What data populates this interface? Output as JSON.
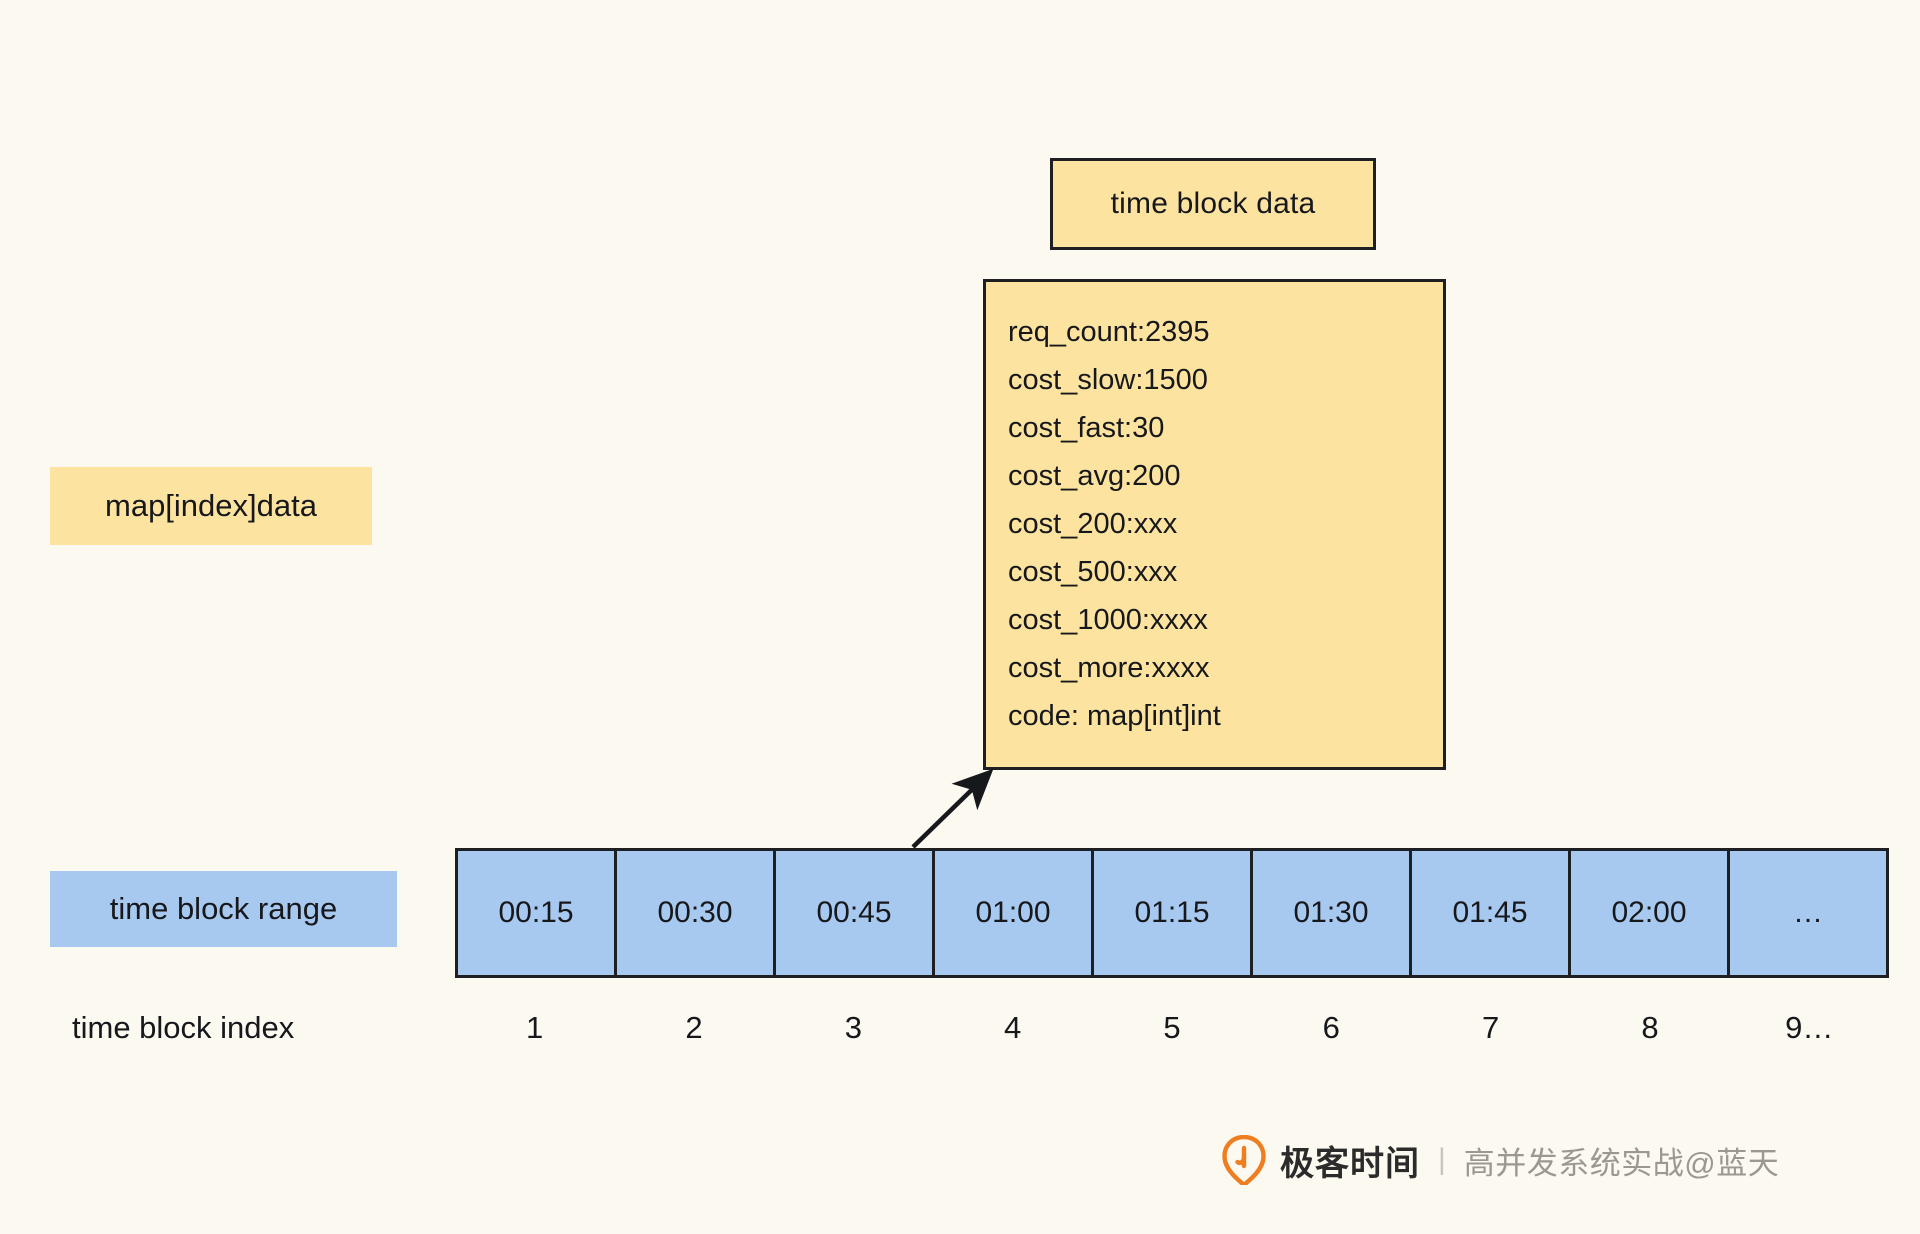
{
  "colors": {
    "background": "#fbf9f0",
    "yellow_fill": "#fce3a0",
    "blue_fill": "#a8c9ef",
    "stroke": "#1d1f23",
    "text": "#17181c",
    "watermark_orange": "#ef7e21",
    "watermark_gray": "#9b9890"
  },
  "title_box": {
    "label": "time block data"
  },
  "data_box": {
    "lines": [
      "req_count:2395",
      "cost_slow:1500",
      "cost_fast:30",
      "cost_avg:200",
      "cost_200:xxx",
      "cost_500:xxx",
      "cost_1000:xxxx",
      "cost_more:xxxx",
      "code: map[int]int"
    ]
  },
  "left_labels": {
    "map_data": "map[index]data",
    "time_block_range": "time block range",
    "time_block_index": "time block index"
  },
  "cells": [
    "00:15",
    "00:30",
    "00:45",
    "01:00",
    "01:15",
    "01:30",
    "01:45",
    "02:00",
    "…"
  ],
  "indices": [
    "1",
    "2",
    "3",
    "4",
    "5",
    "6",
    "7",
    "8",
    "9…"
  ],
  "watermark": {
    "brand": "极客时间",
    "separator": "|",
    "subtitle": "高并发系统实战@蓝天"
  }
}
